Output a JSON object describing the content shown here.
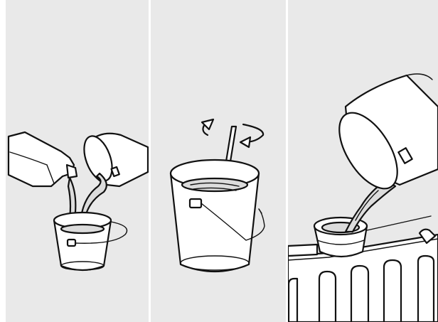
{
  "figure": {
    "panels": [
      {
        "step": "mix-two-liquids-in-bucket",
        "objects": [
          "bottle-icon",
          "pouring-bucket-icon",
          "small-bucket-icon"
        ]
      },
      {
        "step": "stir-mixture",
        "objects": [
          "stir-stick-icon",
          "rotation-arrow-icon",
          "bucket-icon"
        ]
      },
      {
        "step": "pour-into-filler-neck",
        "objects": [
          "pouring-bucket-icon",
          "filler-neck-icon",
          "radiator-icon"
        ]
      }
    ],
    "colors": {
      "background": "#e9e9e9",
      "ink": "#111111",
      "divider": "#ffffff"
    }
  }
}
